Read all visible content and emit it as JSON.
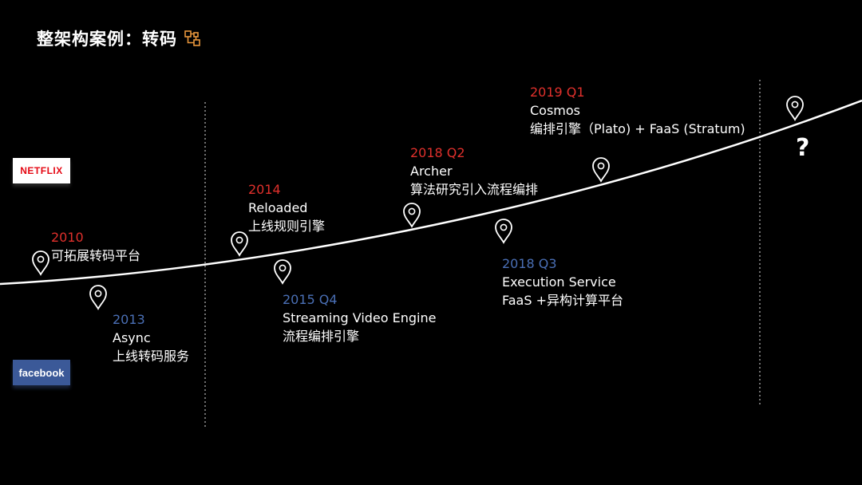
{
  "header": {
    "title": "整架构案例：转码",
    "icon": "flow-diagram-icon",
    "accent": "#e8963c"
  },
  "logos": {
    "netflix": "NETFLIX",
    "facebook": "facebook"
  },
  "colors": {
    "highlight_red": "#e0302c",
    "highlight_blue": "#4a6fb5"
  },
  "events": [
    {
      "year": "2010",
      "color": "red",
      "lines": [
        "可拓展转码平台"
      ]
    },
    {
      "year": "2013",
      "color": "blue",
      "lines": [
        "Async",
        "上线转码服务"
      ]
    },
    {
      "year": "2014",
      "color": "red",
      "lines": [
        "Reloaded",
        "上线规则引擎"
      ]
    },
    {
      "year": "2015 Q4",
      "color": "blue",
      "lines": [
        "Streaming Video Engine",
        "流程编排引擎"
      ]
    },
    {
      "year": "2018 Q2",
      "color": "red",
      "lines": [
        "Archer",
        "算法研究引入流程编排"
      ]
    },
    {
      "year": "2018 Q3",
      "color": "blue",
      "lines": [
        "Execution Service",
        "FaaS +异构计算平台"
      ]
    },
    {
      "year": "2019 Q1",
      "color": "red",
      "lines": [
        "Cosmos",
        "编排引擎（Plato) + FaaS (Stratum)"
      ]
    }
  ],
  "future": {
    "label": "?"
  }
}
